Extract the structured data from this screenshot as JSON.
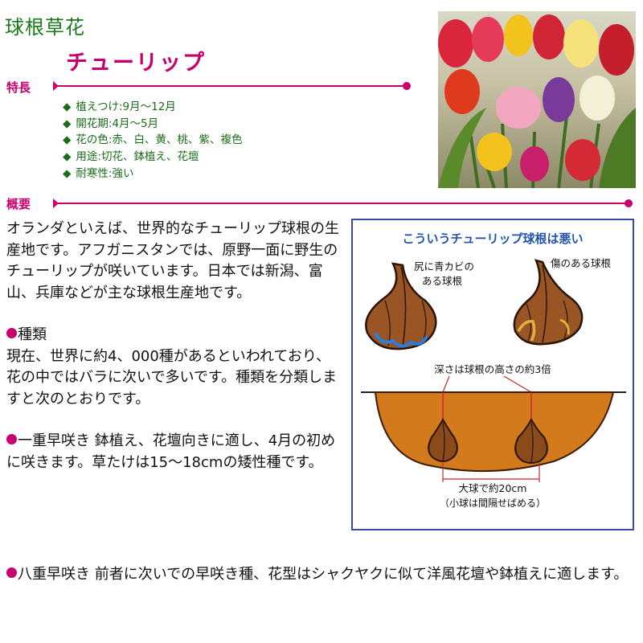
{
  "header": {
    "category": "球根草花",
    "title": "チューリップ"
  },
  "sections": {
    "features_label": "特長",
    "overview_label": "概要"
  },
  "features": [
    "植えつけ:9月～12月",
    "開花期:4月～5月",
    "花の色:赤、白、黄、桃、紫、複色",
    "用途:切花、鉢植え、花壇",
    "耐寒性:強い"
  ],
  "body": {
    "intro": "オランダといえば、世界的なチューリップ球根の生産地です。アフガニスタンでは、原野一面に野生のチューリップが咲いています。日本では新潟、富山、兵庫などが主な球根生産地です。",
    "types_heading": "種類",
    "types_text": "現在、世界に約4、000種があるといわれており、花の中ではバラに次いで多いです。種類を分類しますと次のとおりです。",
    "single_early_name": "一重早咲き",
    "single_early_text": " 鉢植え、花壇向きに適し、4月の初めに咲きます。草たけは15～18cmの矮性種です。",
    "double_early_name": "八重早咲き",
    "double_early_text": " 前者に次いでの早咲き種、花型はシャクヤクに似て洋風花壇や鉢植えに適します。"
  },
  "diagram": {
    "title": "こういうチューリップ球根は悪い",
    "label_mold_line1": "尻に青カビの",
    "label_mold_line2": "ある球根",
    "label_wound": "傷のある球根",
    "label_depth": "深さは球根の高さの約3倍",
    "label_spacing": "大球で約20cm",
    "label_small": "（小球は間隔せばめる）"
  },
  "colors": {
    "accent": "#c8006e",
    "green": "#1a6e1a",
    "frame": "#3a4aa8",
    "soil": "#d27a1c",
    "bulb": "#8a4a1a"
  }
}
